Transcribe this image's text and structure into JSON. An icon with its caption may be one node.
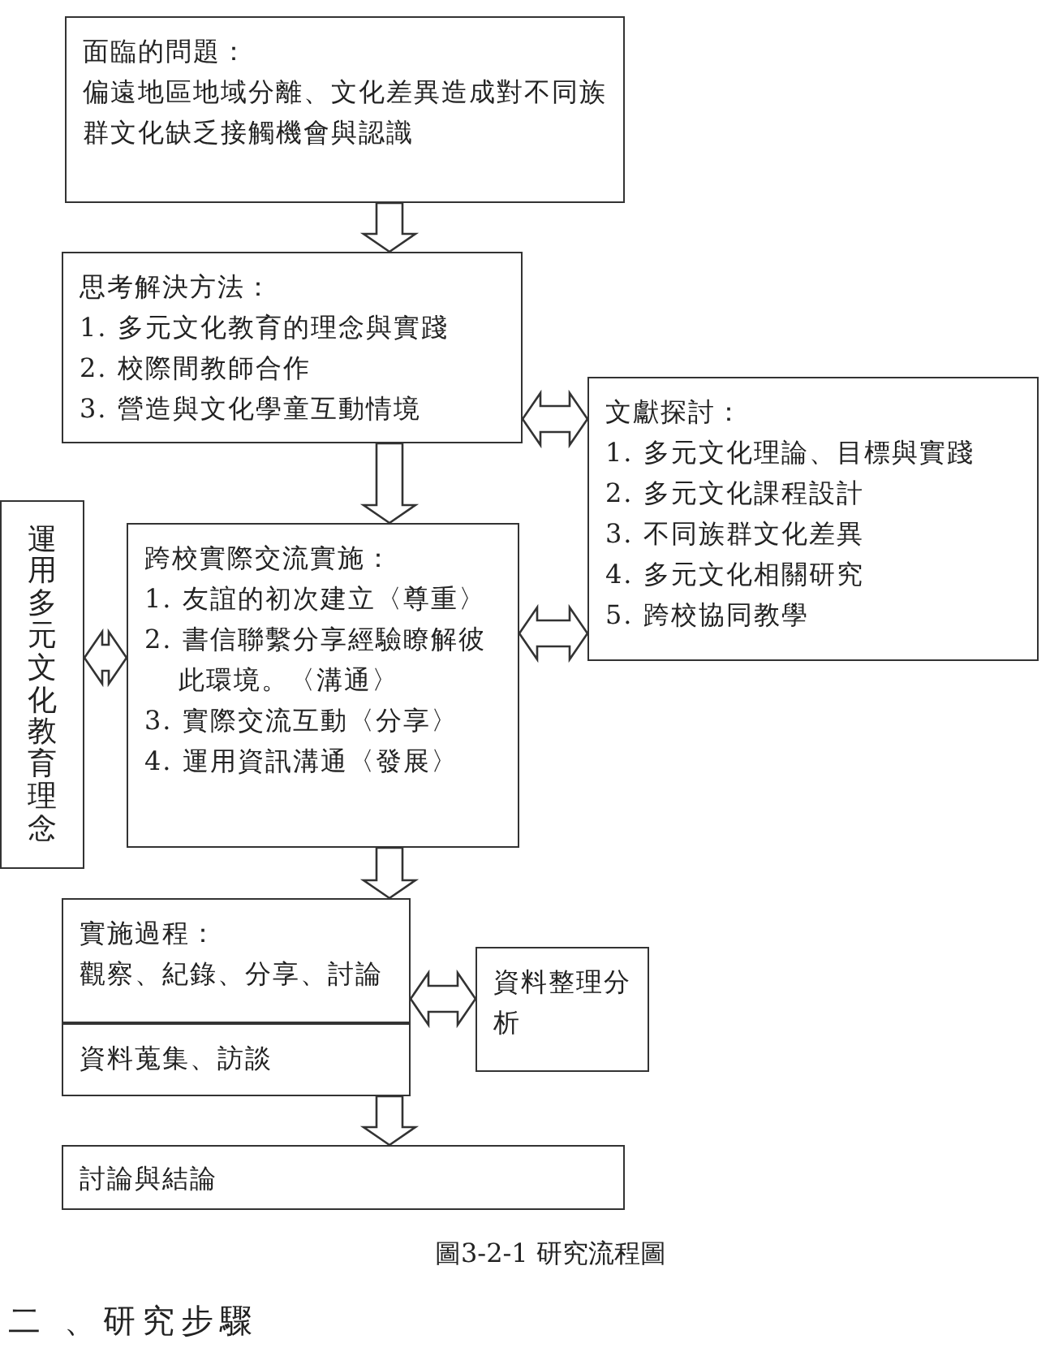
{
  "diagram": {
    "caption": "圖3-2-1 研究流程圖",
    "nodes": [
      {
        "text": [
          "面臨的問題：",
          "偏遠地區地域分離、文化差異造成對不同族群文化缺乏接觸機會與認識"
        ]
      },
      {
        "text": [
          "思考解決方法：",
          "1. 多元文化教育的理念與實踐",
          "2. 校際間教師合作",
          "3. 營造與文化學童互動情境"
        ]
      },
      {
        "text": [
          "文獻探討：",
          "1. 多元文化理論、目標與實踐",
          "2. 多元文化課程設計",
          "3. 不同族群文化差異",
          "4. 多元文化相關研究",
          "5. 跨校協同教學"
        ]
      },
      {
        "text": [
          "運用多元文化教育理念"
        ]
      },
      {
        "text": [
          "跨校實際交流實施：",
          "1. 友誼的初次建立〈尊重〉",
          "2. 書信聯繫分享經驗瞭解彼此環境。〈溝通〉",
          "3. 實際交流互動〈分享〉",
          "4. 運用資訊溝通〈發展〉"
        ]
      },
      {
        "text": [
          "實施過程：",
          "觀察、紀錄、分享、討論"
        ]
      },
      {
        "text": [
          "資料蒐集、訪談"
        ]
      },
      {
        "text": [
          "資料整理分析"
        ]
      },
      {
        "text": [
          "討論與結論"
        ]
      }
    ],
    "edges": [
      {
        "from": 0,
        "to": 1,
        "arrow": "to"
      },
      {
        "from": 1,
        "to": 4,
        "arrow": "to"
      },
      {
        "from": 1,
        "to": 2,
        "arrow": "both"
      },
      {
        "from": 3,
        "to": 4,
        "arrow": "both"
      },
      {
        "from": 4,
        "to": 2,
        "arrow": "both"
      },
      {
        "from": 4,
        "to": 5,
        "arrow": "to"
      },
      {
        "from": 5,
        "to": 7,
        "arrow": "both"
      },
      {
        "from": 6,
        "to": 8,
        "arrow": "to"
      }
    ],
    "labels": [
      "二 、研究步驟"
    ]
  }
}
